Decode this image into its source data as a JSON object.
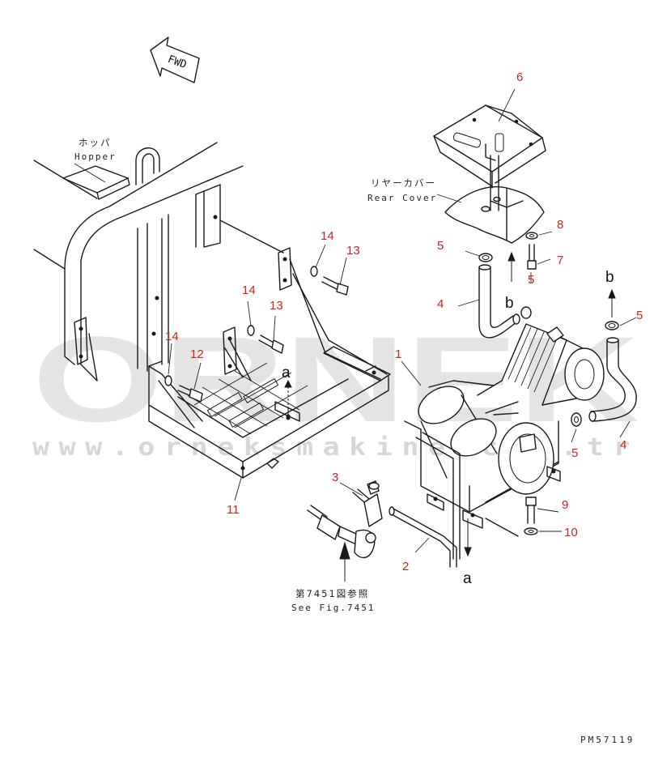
{
  "watermark": {
    "brand": "ORNEK",
    "url": "www.orneksmakine.com.tr"
  },
  "fwd_label": "FWD",
  "labels": {
    "hopper_jp": "ホッパ",
    "hopper_en": "Hopper",
    "rear_cover_jp": "リヤーカバー",
    "rear_cover_en": "Rear Cover",
    "see_fig_jp": "第7451図参照",
    "see_fig_en": "See Fig.7451"
  },
  "refs": {
    "a_top": "a",
    "a_bottom": "a",
    "b_left": "b",
    "b_right": "b"
  },
  "parts": {
    "p1": "1",
    "p2": "2",
    "p3": "3",
    "p4a": "4",
    "p4b": "4",
    "p5a": "5",
    "p5b": "5",
    "p5c": "5",
    "p5d": "5",
    "p6": "6",
    "p7": "7",
    "p8": "8",
    "p9": "9",
    "p10": "10",
    "p11": "11",
    "p12": "12",
    "p13a": "13",
    "p13b": "13",
    "p14a": "14",
    "p14b": "14",
    "p14c": "14"
  },
  "drawing_code": "PM57119",
  "colors": {
    "callout": "#c8261e",
    "line": "#1a1a1a",
    "watermark": "#cfcfcf"
  }
}
